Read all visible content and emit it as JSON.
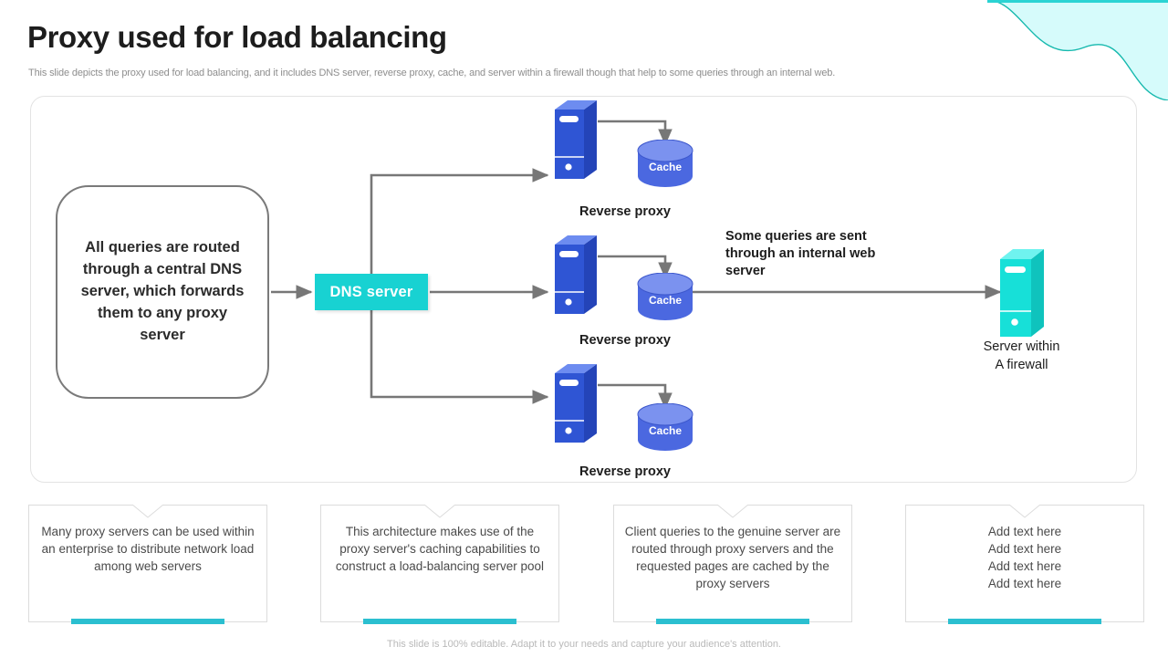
{
  "header": {
    "title": "Proxy used for load balancing",
    "subtitle": "This slide depicts the proxy used for load balancing, and it includes DNS server, reverse proxy,  cache, and server within a firewall though that help to some queries through an internal web."
  },
  "diagram": {
    "callout_text": "All queries are routed through a central DNS server, which forwards them to any proxy server",
    "dns_label": "DNS server",
    "proxies": [
      {
        "caption": "Reverse proxy",
        "cache_label": "Cache"
      },
      {
        "caption": "Reverse proxy",
        "cache_label": "Cache"
      },
      {
        "caption": "Reverse proxy",
        "cache_label": "Cache"
      }
    ],
    "flow_note": "Some queries are sent through an internal web server",
    "firewall_caption_line1": "Server within",
    "firewall_caption_line2": "A firewall",
    "icons": {
      "server_tower": "server-tower-icon",
      "cache_cylinder": "database-cylinder-icon",
      "arrow": "arrow-right-icon"
    },
    "colors": {
      "proxy_blue": "#2f55d4",
      "cache_blue": "#5a76e8",
      "accent_teal": "#18d2d2",
      "wire_gray": "#777777",
      "firewall_teal": "#17e0d8"
    }
  },
  "cards": [
    {
      "text": "Many proxy servers can be used within an enterprise to distribute network load among web servers"
    },
    {
      "text": "This architecture makes use of the proxy server's caching capabilities to construct a load-balancing server pool"
    },
    {
      "text": "Client queries to the genuine server are routed through proxy servers and the requested pages are cached by the proxy servers"
    },
    {
      "text": "Add text here\nAdd text here\nAdd text here\nAdd text here"
    }
  ],
  "footer": {
    "note": "This slide is 100% editable. Adapt it to your needs and capture your audience's attention."
  }
}
